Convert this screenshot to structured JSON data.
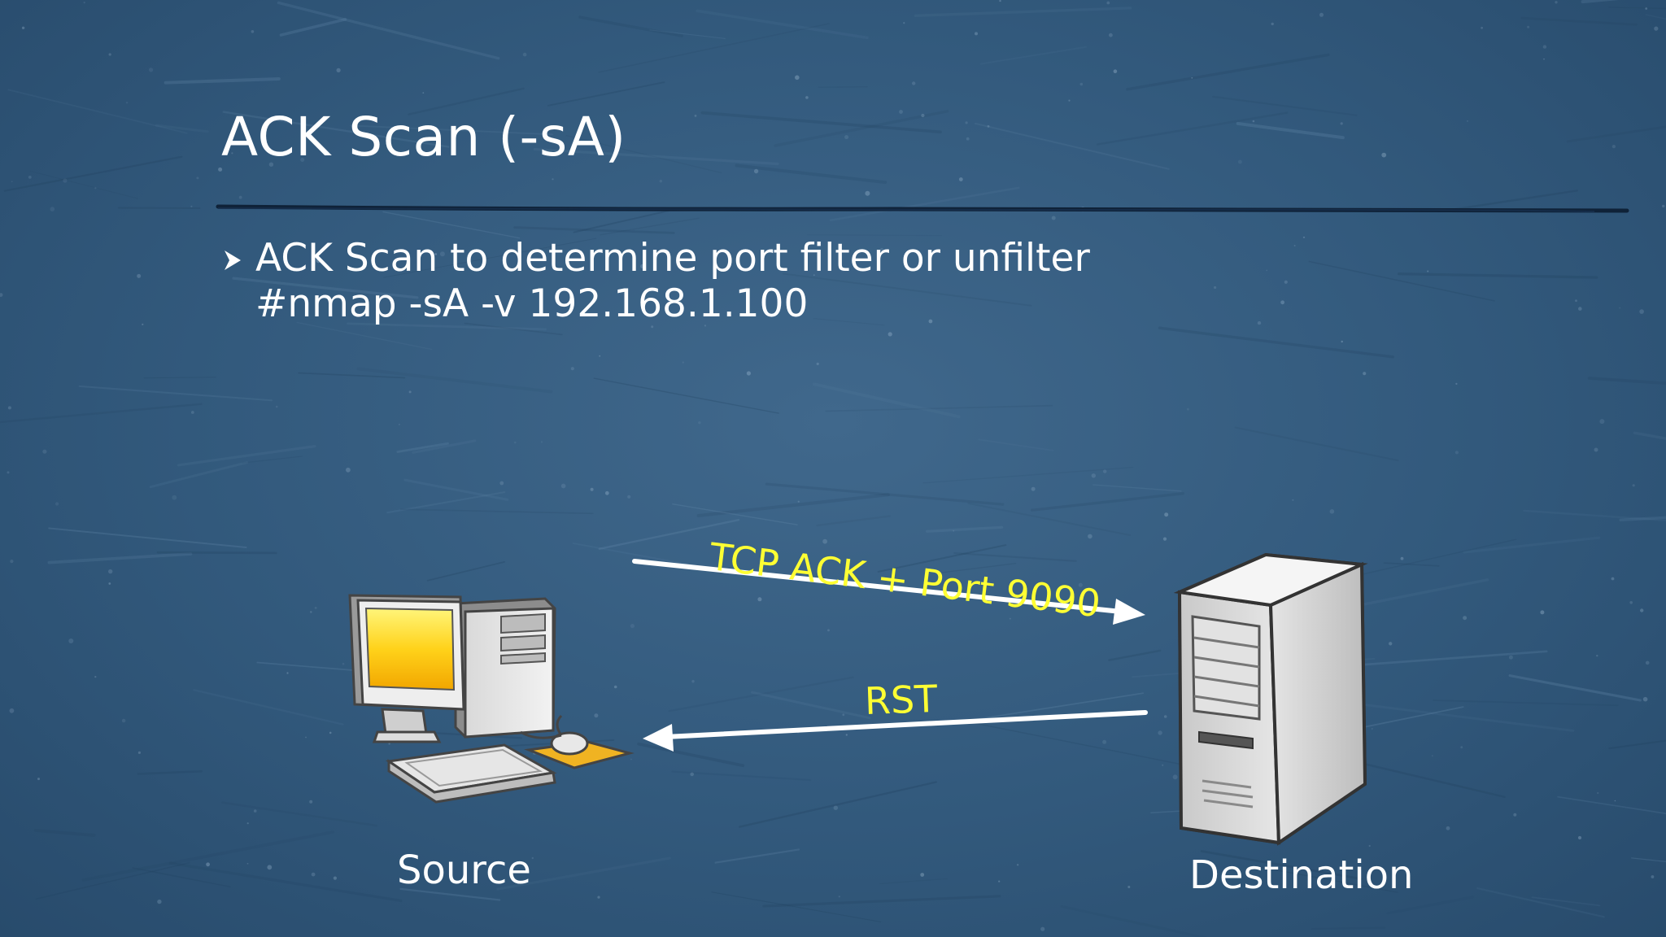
{
  "slide": {
    "title": "ACK Scan (-sA)",
    "bullet": {
      "line1": "ACK Scan to determine port filter or unfilter",
      "line2": "#nmap -sA -v 192.168.1.100"
    }
  },
  "diagram": {
    "source_label": "Source",
    "destination_label": "Destination",
    "request_label": "TCP ACK + Port 9090",
    "response_label": "RST"
  },
  "colors": {
    "background": "#32597c",
    "text": "#ffffff",
    "message_label": "#ffff33",
    "arrow": "#ffffff",
    "rule": "#0f2238"
  }
}
